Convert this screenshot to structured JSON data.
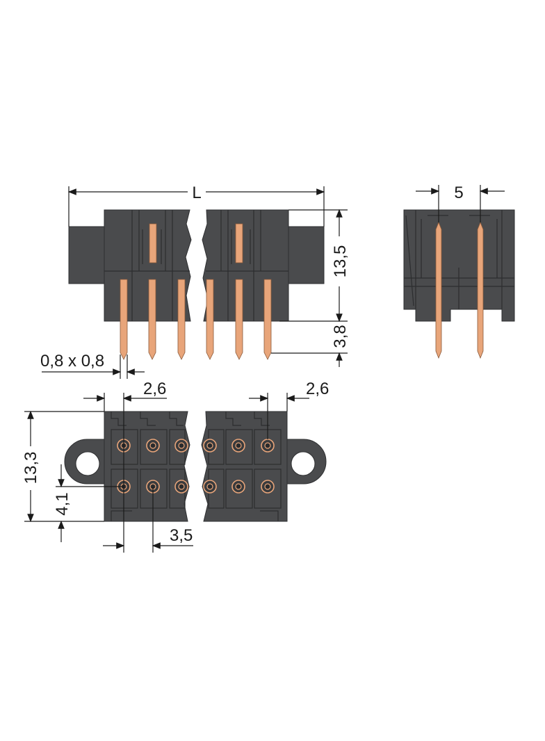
{
  "dimensions": {
    "length": "L",
    "pitch": "5",
    "height": "13,5",
    "pin_length": "3,8",
    "pin_section": "0,8 x 0,8",
    "offset_left": "2,6",
    "offset_right": "2,6",
    "body_height": "13,3",
    "row_offset": "4,1",
    "flange_offset": "3,5"
  },
  "colors": {
    "housing": "#4a4b4d",
    "pin": "#e8a57a",
    "line": "#1a1a1a"
  }
}
